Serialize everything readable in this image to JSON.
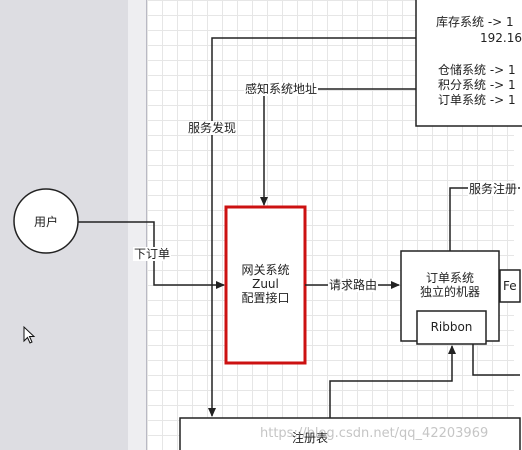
{
  "nodes": {
    "user": "用户",
    "gateway": [
      "网关系统",
      "Zuul",
      "配置接口"
    ],
    "order_system": [
      "订单系统",
      "独立的机器"
    ],
    "ribbon": "Ribbon",
    "feign_partial": "Fe",
    "registry": "注册表",
    "config_box": {
      "lines": [
        "库存系统 -> 1",
        "192.16",
        "",
        "仓储系统 -> 1",
        "积分系统 -> 1",
        "订单系统 -> 1"
      ]
    }
  },
  "edges": {
    "place_order": "下订单",
    "service_discovery": "服务发现",
    "sense_address": "感知系统地址",
    "request_routing": "请求路由",
    "service_register_partial": "服务注册"
  },
  "watermark": "https://blog.csdn.net/qq_42203969",
  "colors": {
    "gateway_border": "#cc1111",
    "line": "#222222"
  }
}
